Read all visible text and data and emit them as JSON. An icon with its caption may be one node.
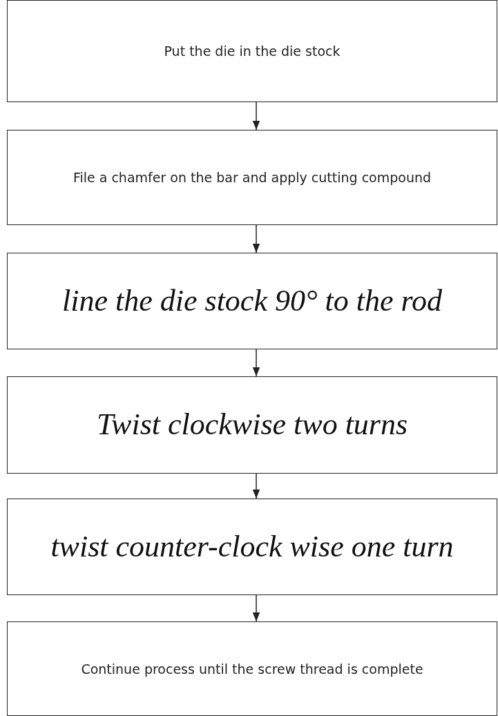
{
  "diagram": {
    "nodes": [
      {
        "text": [
          "Put the die in the die stock"
        ]
      },
      {
        "text": [
          "File a chamfer on the bar and apply cutting compound"
        ]
      },
      {
        "text": [
          "line the die stock 90° to the rod"
        ]
      },
      {
        "text": [
          "Twist clockwise two turns"
        ]
      },
      {
        "text": [
          "twist counter-clock wise one turn"
        ]
      },
      {
        "text": [
          "Continue process until the screw thread is complete"
        ]
      }
    ],
    "edges": [
      {
        "from": 0,
        "to": 1,
        "arrow": "to"
      },
      {
        "from": 1,
        "to": 2,
        "arrow": "to"
      },
      {
        "from": 2,
        "to": 3,
        "arrow": "to"
      },
      {
        "from": 3,
        "to": 4,
        "arrow": "to"
      },
      {
        "from": 4,
        "to": 5,
        "arrow": "to"
      }
    ]
  }
}
